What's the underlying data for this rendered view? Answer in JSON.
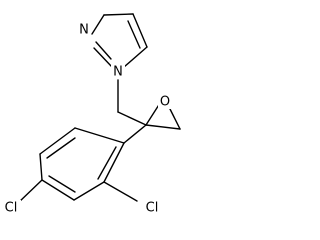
{
  "molecule": {
    "atoms": {
      "imidazole_n3": "N",
      "imidazole_n1": "N",
      "epoxide_o": "O",
      "cl_para": "Cl",
      "cl_ortho": "Cl"
    }
  },
  "colors": {
    "bond": "#000000",
    "background": "#ffffff"
  }
}
